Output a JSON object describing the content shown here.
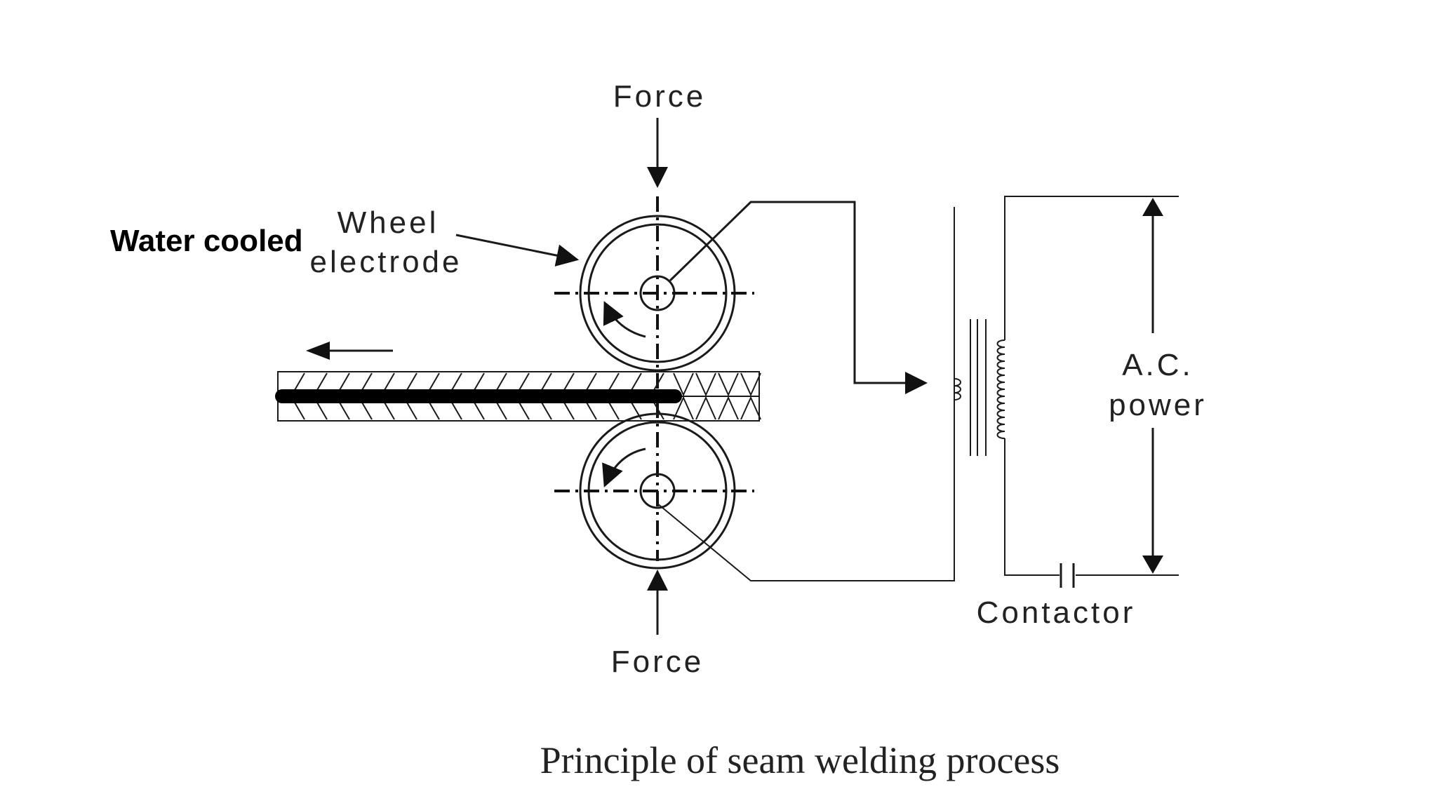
{
  "labels": {
    "force_top": "Force",
    "force_bottom": "Force",
    "wheel_line1": "Wheel",
    "wheel_line2": "electrode",
    "water_cooled": "Water cooled",
    "ac_line1": "A.C.",
    "ac_line2": "power",
    "contactor": "Contactor",
    "caption": "Principle of seam welding process"
  },
  "colors": {
    "line": "#1a1a1a",
    "text": "#222222",
    "background": "#ffffff"
  }
}
